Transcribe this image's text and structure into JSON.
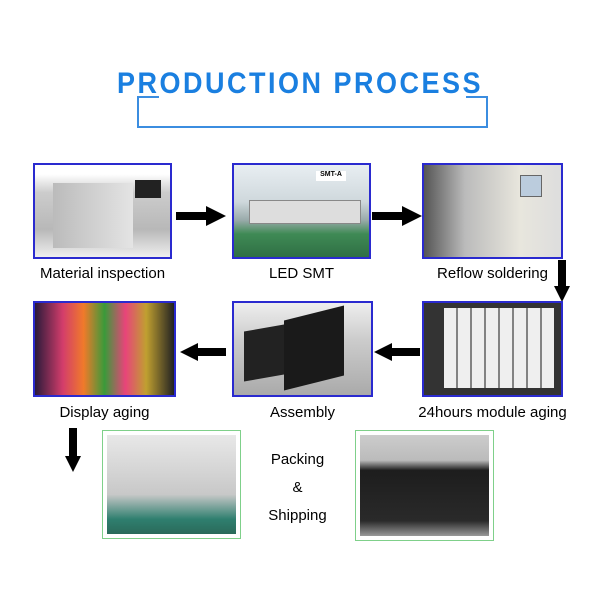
{
  "title": "PRODUCTION PROCESS",
  "steps": [
    {
      "label": "Material inspection",
      "icon": "x-ray-inspection-machine-photo"
    },
    {
      "label": "LED SMT",
      "icon": "smt-line-photo"
    },
    {
      "label": "Reflow soldering",
      "icon": "reflow-oven-photo"
    },
    {
      "label": "24hours module aging",
      "icon": "module-aging-photo"
    },
    {
      "label": "Assembly",
      "icon": "cabinet-assembly-photo"
    },
    {
      "label": "Display aging",
      "icon": "display-aging-photo"
    }
  ],
  "packing": {
    "line1": "Packing",
    "line2": "&",
    "line3": "Shipping"
  },
  "colors": {
    "title": "#1a7fe0",
    "frame": "#2a2acf",
    "packing_frame": "#7fd08a"
  }
}
